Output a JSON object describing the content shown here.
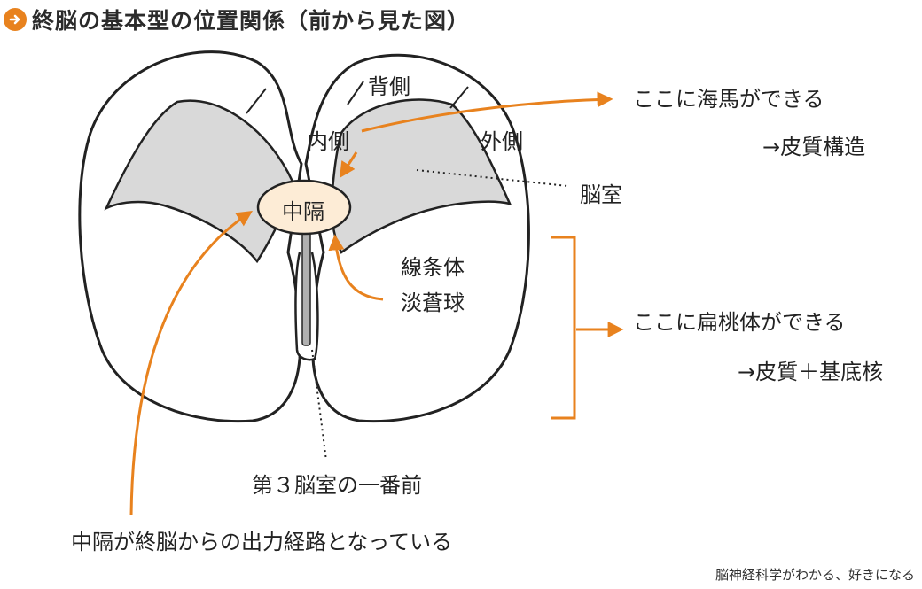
{
  "title": "終脳の基本型の位置関係（前から見た図）",
  "labels": {
    "dorsal": "背側",
    "medial": "内側",
    "lateral": "外側",
    "septum": "中隔",
    "ventricle": "脳室",
    "striatum": "線条体",
    "pallidum": "淡蒼球",
    "third_ventricle": "第３脳室の一番前"
  },
  "notes": {
    "hippocampus_line1": "ここに海馬ができる",
    "hippocampus_line2": "→皮質構造",
    "amygdala_line1": "ここに扁桃体ができる",
    "amygdala_line2": "→皮質＋基底核",
    "septum_output": "中隔が終脳からの出力経路となっている"
  },
  "caption": "脳神経科学がわかる、好きになる",
  "colors": {
    "accent": "#e8821e",
    "ventricle_fill": "#d9d9d9",
    "septum_fill": "#fdecd6",
    "outline": "#222222"
  }
}
